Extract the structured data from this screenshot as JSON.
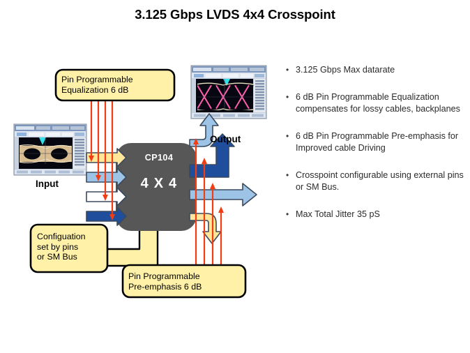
{
  "title": "3.125 Gbps LVDS 4x4 Crosspoint",
  "bullets": [
    {
      "marker": "•",
      "text": "3.125 Gbps Max datarate"
    },
    {
      "marker": "•",
      "text": "6 dB Pin Programmable Equalization compensates for lossy cables, backplanes"
    },
    {
      "marker": "•",
      "text": "6 dB Pin Programmable Pre-emphasis for Improved cable Driving"
    },
    {
      "marker": "•",
      "text": "Crosspoint configurable using external pins or SM Bus."
    },
    {
      "marker": "•",
      "text": "Max Total Jitter 35 pS"
    }
  ],
  "diagram": {
    "chip": {
      "name": "CP104",
      "size": "4 X 4"
    },
    "callouts": {
      "equalization": "Pin Programmable\nEqualization 6 dB",
      "pre_emphasis": "Pin Programmable\nPre-emphasis 6 dB",
      "configuration": "Configuation\nset by pins\nor SM Bus"
    },
    "labels": {
      "input": "Input",
      "output": "Output"
    },
    "colors": {
      "callout_fill": "#FFF2A8",
      "callout_border": "#000000",
      "chip_fill": "#575757",
      "chip_text": "#FFFFFF",
      "channel_yellow": "#FFE699",
      "channel_light_blue": "#9DC3E6",
      "channel_white": "#FFFFFF",
      "channel_dark_blue": "#1F4E9C",
      "control_arrow_red": "#F23D12",
      "arrow_outline": "#3A4A5E",
      "scope_eye_input": "#D9BE94",
      "scope_eye_output": "#E8308A"
    }
  }
}
